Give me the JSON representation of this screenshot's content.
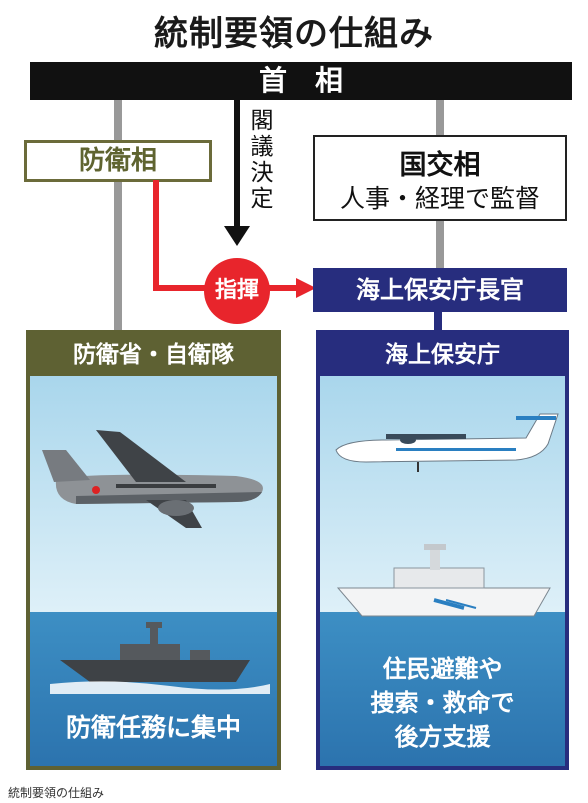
{
  "title": "統制要領の仕組み",
  "prime_minister": "首相",
  "cabinet_decision": "閣議決定",
  "defense_minister": "防衛相",
  "mlit_minister": {
    "name": "国交相",
    "role": "人事・経理で監督"
  },
  "command": "指揮",
  "jcg_commandant": "海上保安庁長官",
  "left_panel": {
    "header": "防衛省・自衛隊",
    "note": "防衛任務に集中"
  },
  "right_panel": {
    "header": "海上保安庁",
    "note_lines": [
      "住民避難や",
      "捜索・救命で",
      "後方支援"
    ]
  },
  "caption": "統制要領の仕組み",
  "colors": {
    "defense": "#5e6133",
    "jcg": "#272d7e",
    "command": "#e8252c",
    "sky": "#cde7f3",
    "sea": "#2b72ad"
  }
}
